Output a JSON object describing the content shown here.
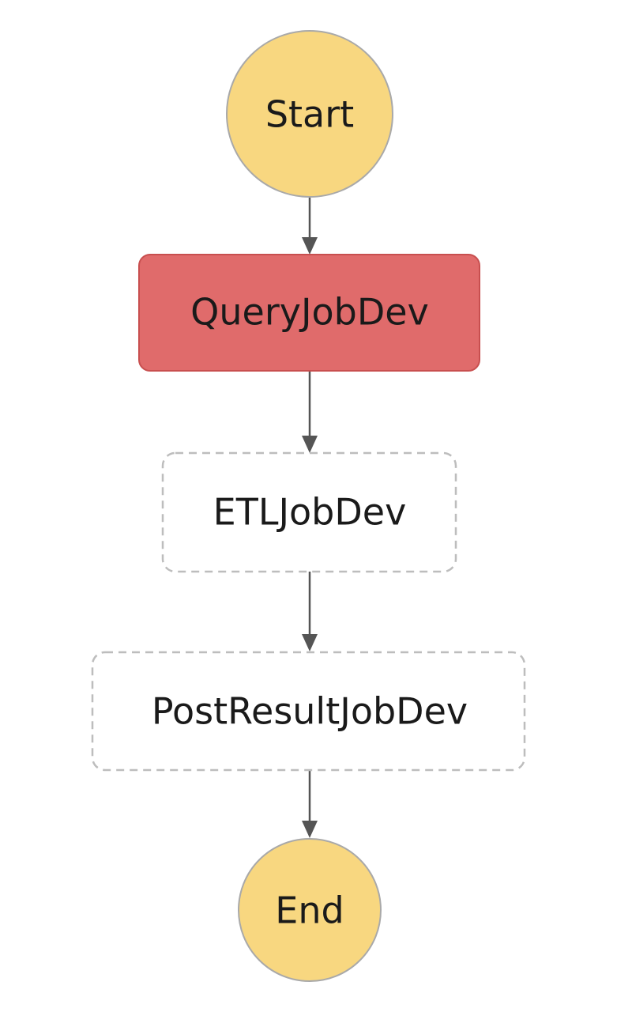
{
  "diagram": {
    "type": "state-machine-flow",
    "nodes": [
      {
        "id": "start",
        "label": "Start",
        "shape": "circle",
        "status": "terminal",
        "fill": "#f8d780"
      },
      {
        "id": "query",
        "label": "QueryJobDev",
        "shape": "rounded-rect",
        "status": "failed",
        "fill": "#e06b6b"
      },
      {
        "id": "etl",
        "label": "ETLJobDev",
        "shape": "rounded-rect",
        "status": "not-started",
        "fill": "#ffffff"
      },
      {
        "id": "post",
        "label": "PostResultJobDev",
        "shape": "rounded-rect",
        "status": "not-started",
        "fill": "#ffffff"
      },
      {
        "id": "end",
        "label": "End",
        "shape": "circle",
        "status": "terminal",
        "fill": "#f8d780"
      }
    ],
    "edges": [
      {
        "from": "start",
        "to": "query"
      },
      {
        "from": "query",
        "to": "etl"
      },
      {
        "from": "etl",
        "to": "post"
      },
      {
        "from": "post",
        "to": "end"
      }
    ]
  }
}
